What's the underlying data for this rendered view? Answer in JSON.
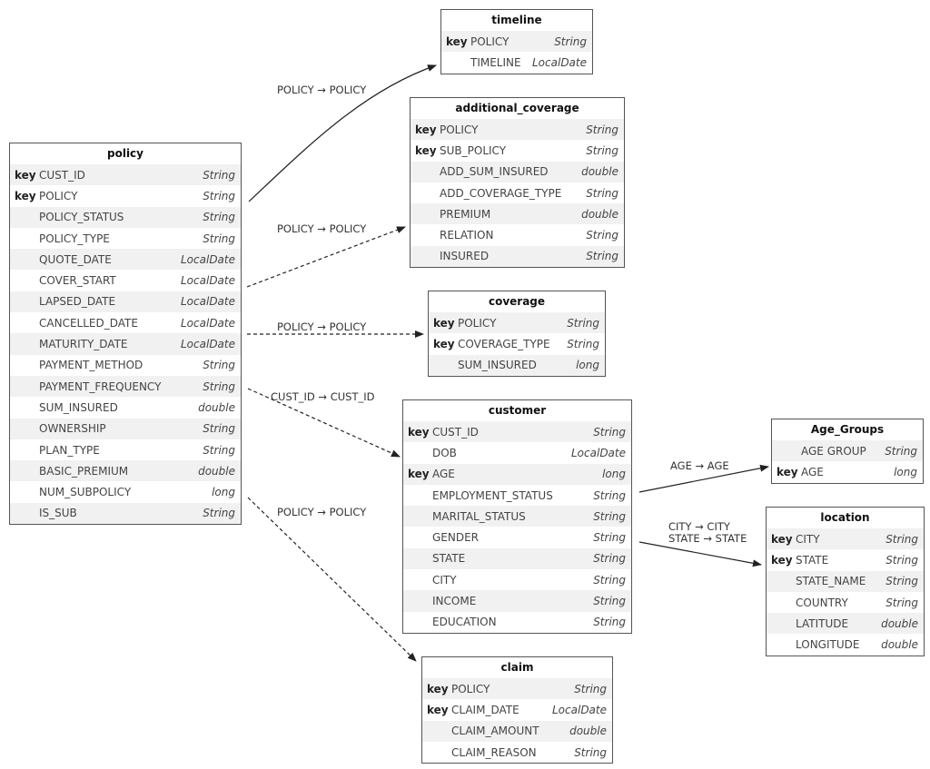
{
  "tables": [
    {
      "id": "policy",
      "name": "policy",
      "columns": [
        {
          "key": "key",
          "name": "CUST_ID",
          "type": "String"
        },
        {
          "key": "key",
          "name": "POLICY",
          "type": "String"
        },
        {
          "key": "",
          "name": "POLICY_STATUS",
          "type": "String"
        },
        {
          "key": "",
          "name": "POLICY_TYPE",
          "type": "String"
        },
        {
          "key": "",
          "name": "QUOTE_DATE",
          "type": "LocalDate"
        },
        {
          "key": "",
          "name": "COVER_START",
          "type": "LocalDate"
        },
        {
          "key": "",
          "name": "LAPSED_DATE",
          "type": "LocalDate"
        },
        {
          "key": "",
          "name": "CANCELLED_DATE",
          "type": "LocalDate"
        },
        {
          "key": "",
          "name": "MATURITY_DATE",
          "type": "LocalDate"
        },
        {
          "key": "",
          "name": "PAYMENT_METHOD",
          "type": "String"
        },
        {
          "key": "",
          "name": "PAYMENT_FREQUENCY",
          "type": "String"
        },
        {
          "key": "",
          "name": "SUM_INSURED",
          "type": "double"
        },
        {
          "key": "",
          "name": "OWNERSHIP",
          "type": "String"
        },
        {
          "key": "",
          "name": "PLAN_TYPE",
          "type": "String"
        },
        {
          "key": "",
          "name": "BASIC_PREMIUM",
          "type": "double"
        },
        {
          "key": "",
          "name": "NUM_SUBPOLICY",
          "type": "long"
        },
        {
          "key": "",
          "name": "IS_SUB",
          "type": "String"
        }
      ]
    },
    {
      "id": "timeline",
      "name": "timeline",
      "columns": [
        {
          "key": "key",
          "name": "POLICY",
          "type": "String"
        },
        {
          "key": "",
          "name": "TIMELINE",
          "type": "LocalDate"
        }
      ]
    },
    {
      "id": "additional_coverage",
      "name": "additional_coverage",
      "columns": [
        {
          "key": "key",
          "name": "POLICY",
          "type": "String"
        },
        {
          "key": "key",
          "name": "SUB_POLICY",
          "type": "String"
        },
        {
          "key": "",
          "name": "ADD_SUM_INSURED",
          "type": "double"
        },
        {
          "key": "",
          "name": "ADD_COVERAGE_TYPE",
          "type": "String"
        },
        {
          "key": "",
          "name": "PREMIUM",
          "type": "double"
        },
        {
          "key": "",
          "name": "RELATION",
          "type": "String"
        },
        {
          "key": "",
          "name": "INSURED",
          "type": "String"
        }
      ]
    },
    {
      "id": "coverage",
      "name": "coverage",
      "columns": [
        {
          "key": "key",
          "name": "POLICY",
          "type": "String"
        },
        {
          "key": "key",
          "name": "COVERAGE_TYPE",
          "type": "String"
        },
        {
          "key": "",
          "name": "SUM_INSURED",
          "type": "long"
        }
      ]
    },
    {
      "id": "customer",
      "name": "customer",
      "columns": [
        {
          "key": "key",
          "name": "CUST_ID",
          "type": "String"
        },
        {
          "key": "",
          "name": "DOB",
          "type": "LocalDate"
        },
        {
          "key": "key",
          "name": "AGE",
          "type": "long"
        },
        {
          "key": "",
          "name": "EMPLOYMENT_STATUS",
          "type": "String"
        },
        {
          "key": "",
          "name": "MARITAL_STATUS",
          "type": "String"
        },
        {
          "key": "",
          "name": "GENDER",
          "type": "String"
        },
        {
          "key": "",
          "name": "STATE",
          "type": "String"
        },
        {
          "key": "",
          "name": "CITY",
          "type": "String"
        },
        {
          "key": "",
          "name": "INCOME",
          "type": "String"
        },
        {
          "key": "",
          "name": "EDUCATION",
          "type": "String"
        }
      ]
    },
    {
      "id": "claim",
      "name": "claim",
      "columns": [
        {
          "key": "key",
          "name": "POLICY",
          "type": "String"
        },
        {
          "key": "key",
          "name": "CLAIM_DATE",
          "type": "LocalDate"
        },
        {
          "key": "",
          "name": "CLAIM_AMOUNT",
          "type": "double"
        },
        {
          "key": "",
          "name": "CLAIM_REASON",
          "type": "String"
        }
      ]
    },
    {
      "id": "age_groups",
      "name": "Age_Groups",
      "columns": [
        {
          "key": "",
          "name": "AGE GROUP",
          "type": "String"
        },
        {
          "key": "key",
          "name": "AGE",
          "type": "long"
        }
      ]
    },
    {
      "id": "location",
      "name": "location",
      "columns": [
        {
          "key": "key",
          "name": "CITY",
          "type": "String"
        },
        {
          "key": "key",
          "name": "STATE",
          "type": "String"
        },
        {
          "key": "",
          "name": "STATE_NAME",
          "type": "String"
        },
        {
          "key": "",
          "name": "COUNTRY",
          "type": "String"
        },
        {
          "key": "",
          "name": "LATITUDE",
          "type": "double"
        },
        {
          "key": "",
          "name": "LONGITUDE",
          "type": "double"
        }
      ]
    }
  ],
  "relations": [
    {
      "id": "policy-timeline",
      "from": "policy",
      "to": "timeline",
      "label": [
        "POLICY → POLICY"
      ],
      "style": "solid"
    },
    {
      "id": "policy-additional_coverage",
      "from": "policy",
      "to": "additional_coverage",
      "label": [
        "POLICY → POLICY"
      ],
      "style": "dashed"
    },
    {
      "id": "policy-coverage",
      "from": "policy",
      "to": "coverage",
      "label": [
        "POLICY → POLICY"
      ],
      "style": "dashed"
    },
    {
      "id": "policy-customer",
      "from": "policy",
      "to": "customer",
      "label": [
        "CUST_ID → CUST_ID"
      ],
      "style": "dashed"
    },
    {
      "id": "policy-claim",
      "from": "policy",
      "to": "claim",
      "label": [
        "POLICY → POLICY"
      ],
      "style": "dashed"
    },
    {
      "id": "customer-age_groups",
      "from": "customer",
      "to": "age_groups",
      "label": [
        "AGE → AGE"
      ],
      "style": "solid"
    },
    {
      "id": "customer-location",
      "from": "customer",
      "to": "location",
      "label": [
        "CITY → CITY",
        "STATE → STATE"
      ],
      "style": "solid"
    }
  ]
}
